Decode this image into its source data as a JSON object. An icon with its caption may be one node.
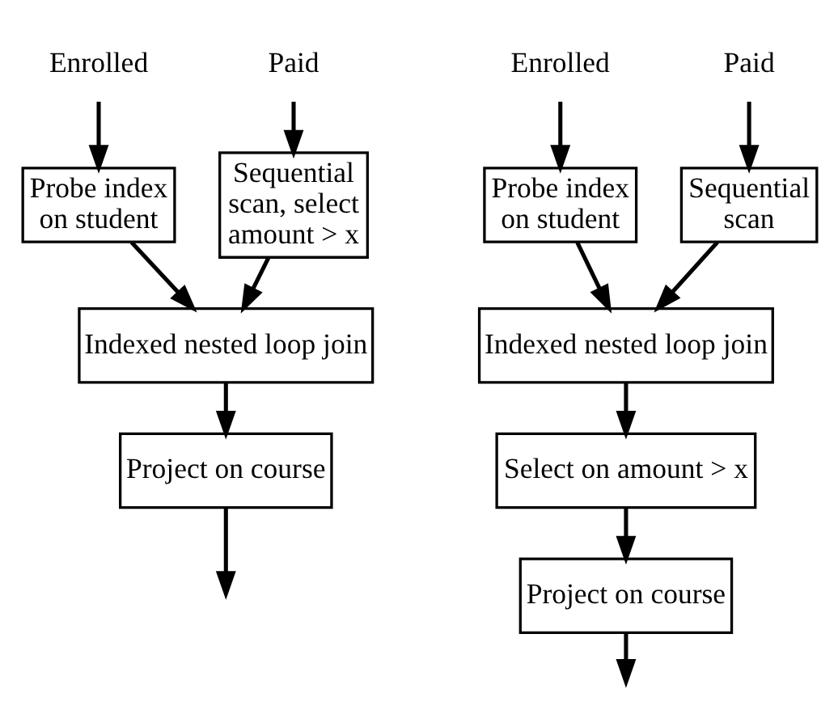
{
  "diagram": {
    "nodes": [
      {
        "text": [
          "Enrolled"
        ]
      },
      {
        "text": [
          "Paid"
        ]
      },
      {
        "text": [
          "Probe index on student"
        ]
      },
      {
        "text": [
          "Sequential scan, select amount > x"
        ]
      },
      {
        "text": [
          "Indexed nested loop join"
        ]
      },
      {
        "text": [
          "Project on course"
        ]
      },
      {
        "text": [
          "Enrolled"
        ]
      },
      {
        "text": [
          "Paid"
        ]
      },
      {
        "text": [
          "Probe index on student"
        ]
      },
      {
        "text": [
          "Sequential scan"
        ]
      },
      {
        "text": [
          "Indexed nested loop join"
        ]
      },
      {
        "text": [
          "Select on amount > x"
        ]
      },
      {
        "text": [
          "Project on course"
        ]
      }
    ],
    "edges": [
      {
        "from": 0,
        "to": 2,
        "arrow": "to"
      },
      {
        "from": 1,
        "to": 3,
        "arrow": "to"
      },
      {
        "from": 2,
        "to": 4,
        "arrow": "to"
      },
      {
        "from": 3,
        "to": 4,
        "arrow": "to"
      },
      {
        "from": 4,
        "to": 5,
        "arrow": "to"
      },
      {
        "from": 5,
        "to": null,
        "arrow": "to"
      },
      {
        "from": 6,
        "to": 8,
        "arrow": "to"
      },
      {
        "from": 7,
        "to": 9,
        "arrow": "to"
      },
      {
        "from": 8,
        "to": 10,
        "arrow": "to"
      },
      {
        "from": 9,
        "to": 10,
        "arrow": "to"
      },
      {
        "from": 10,
        "to": 11,
        "arrow": "to"
      },
      {
        "from": 11,
        "to": 12,
        "arrow": "to"
      },
      {
        "from": 12,
        "to": null,
        "arrow": "to"
      }
    ]
  }
}
